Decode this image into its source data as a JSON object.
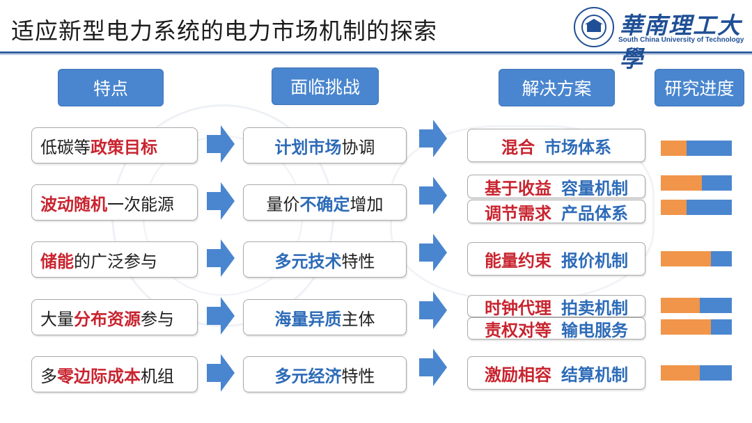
{
  "header": {
    "title": "适应新型电力系统的电力市场机制的探索",
    "university_cn": "華南理工大學",
    "university_en": "South China University of Technology"
  },
  "columns": {
    "features": "特点",
    "challenges": "面临挑战",
    "solutions": "解决方案",
    "progress": "研究进度"
  },
  "features": [
    {
      "pre": "低碳等",
      "hl": "政策目标",
      "post": ""
    },
    {
      "pre": "",
      "hl": "波动随机",
      "post": "一次能源"
    },
    {
      "pre": "",
      "hl": "储能",
      "post": "的广泛参与"
    },
    {
      "pre": "大量",
      "hl": "分布资源",
      "post": "参与"
    },
    {
      "pre": "多",
      "hl": "零边际成本",
      "post": "机组"
    }
  ],
  "challenges": [
    {
      "pre": "",
      "hl": "计划市场",
      "post": "协调"
    },
    {
      "pre": "量价",
      "hl": "不确定",
      "post": "增加"
    },
    {
      "pre": "",
      "hl": "多元技术",
      "post": "特性"
    },
    {
      "pre": "",
      "hl": "海量异质",
      "post": "主体"
    },
    {
      "pre": "",
      "hl": "多元经济",
      "post": "特性"
    }
  ],
  "solutions": [
    {
      "red": "混合",
      "blue": "市场体系",
      "progress": 0.36
    },
    {
      "red": "基于收益",
      "blue": "容量机制",
      "progress": 0.58
    },
    {
      "red": "调节需求",
      "blue": "产品体系",
      "progress": 0.36
    },
    {
      "red": "能量约束",
      "blue": "报价机制",
      "progress": 0.71
    },
    {
      "red": "时钟代理",
      "blue": "拍卖机制",
      "progress": 0.55
    },
    {
      "red": "责权对等",
      "blue": "输电服务",
      "progress": 0.71
    },
    {
      "red": "激励相容",
      "blue": "结算机制",
      "progress": 0.55
    }
  ],
  "colors": {
    "header_fill": "#4a86cf",
    "highlight_red": "#c8242f",
    "highlight_blue": "#2d6bb8",
    "progress_done": "#f0954a",
    "progress_remaining": "#4a86cf",
    "arrow": "#4a86cf"
  },
  "icons": [
    "university-emblem-icon",
    "right-arrow-icon"
  ]
}
